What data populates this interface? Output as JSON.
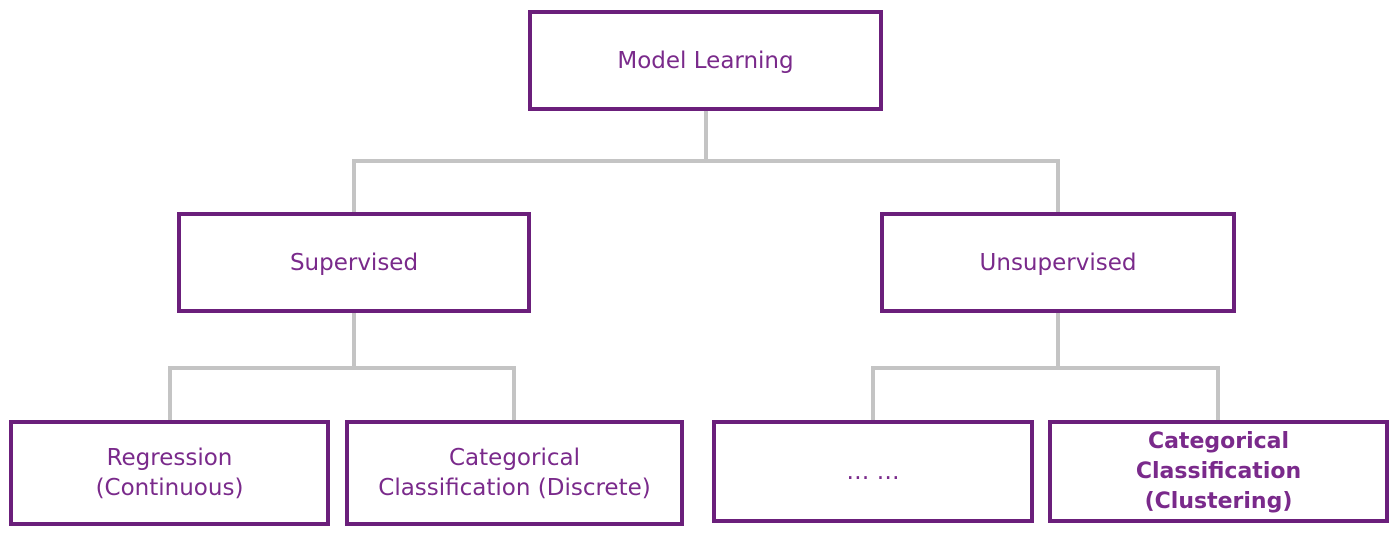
{
  "colors": {
    "border": "#6b1f7b",
    "text": "#7a2a8b",
    "connector": "#c4c4c4"
  },
  "nodes": {
    "root": "Model Learning",
    "supervised": "Supervised",
    "unsupervised": "Unsupervised",
    "regression": "Regression\n(Continuous)",
    "categorical_discrete": "Categorical\nClassification (Discrete)",
    "ellipsis": "… …",
    "clustering": "Categorical\nClassification\n(Clustering)"
  }
}
